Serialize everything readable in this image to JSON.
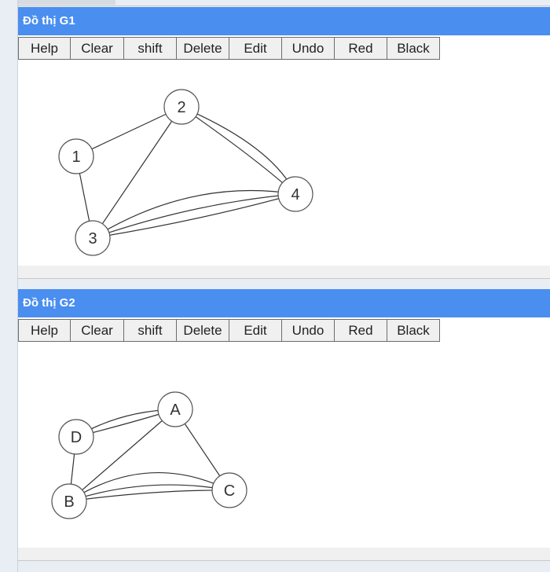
{
  "panels": [
    {
      "title": "Đồ thị G1",
      "toolbar": [
        "Help",
        "Clear",
        "shift",
        "Delete",
        "Edit",
        "Undo",
        "Red",
        "Black"
      ],
      "nodes": [
        "1",
        "2",
        "3",
        "4"
      ]
    },
    {
      "title": "Đồ thị G2",
      "toolbar": [
        "Help",
        "Clear",
        "shift",
        "Delete",
        "Edit",
        "Undo",
        "Red",
        "Black"
      ],
      "nodes": [
        "A",
        "B",
        "C",
        "D"
      ]
    }
  ],
  "colors": {
    "header": "#4a8ef0",
    "header_text": "#ffffff",
    "edge": "#333333",
    "node_stroke": "#555555"
  }
}
